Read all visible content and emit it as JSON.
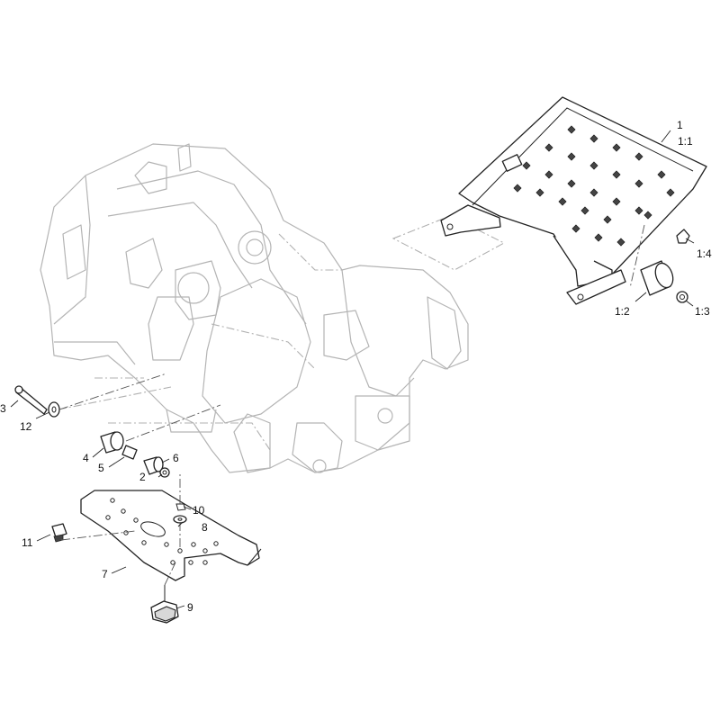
{
  "callouts": {
    "c1": "1",
    "c1_1": "1:1",
    "c1_2": "1:2",
    "c1_3": "1:3",
    "c1_4": "1:4",
    "c2": "2",
    "c3": "3",
    "c4": "4",
    "c5": "5",
    "c6": "6",
    "c7": "7",
    "c8": "8",
    "c9": "9",
    "c10": "10",
    "c11": "11",
    "c12": "12"
  },
  "colors": {
    "parts": "#222222",
    "frame_ghost": "#b4b4b4",
    "background": "#ffffff"
  }
}
